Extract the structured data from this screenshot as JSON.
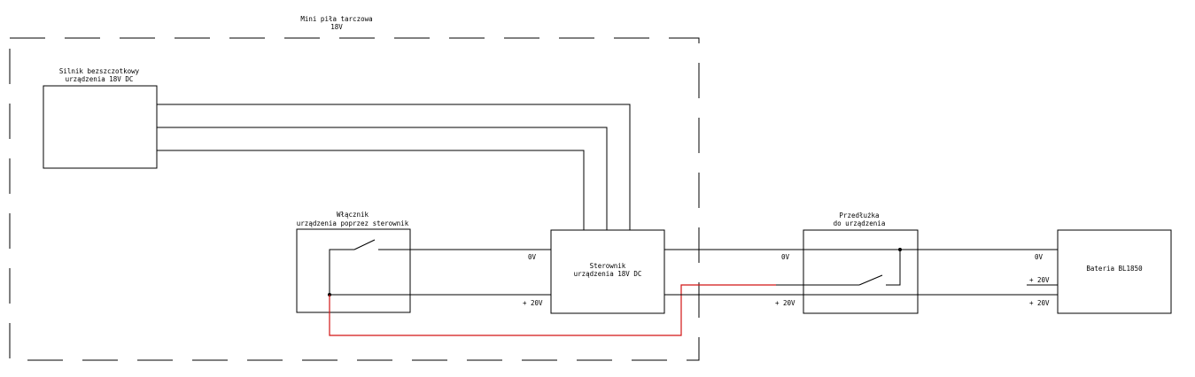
{
  "enclosure": {
    "title_line1": "Mini piła tarczowa",
    "title_line2": "18V"
  },
  "motor": {
    "label_line1": "Silnik bezszczotkowy",
    "label_line2": "urządzenia 18V DC"
  },
  "switch": {
    "label_line1": "Włącznik",
    "label_line2": "urządzenia poprzez sterownik"
  },
  "controller": {
    "label_line1": "Sterownik",
    "label_line2": "urządzenia 18V DC",
    "left_0v": "0V",
    "left_plus": "+ 20V"
  },
  "extension": {
    "label_line1": "Przedłużka",
    "label_line2": "do urządzenia",
    "left_0v": "0V",
    "left_plus": "+ 20V"
  },
  "battery": {
    "label": "Bateria BL1850",
    "left_0v": "0V",
    "left_plus_top": "+ 20V",
    "left_plus_bottom": "+ 20V"
  },
  "colors": {
    "line": "#000000",
    "highlight_wire": "#d21414",
    "background": "#ffffff"
  }
}
